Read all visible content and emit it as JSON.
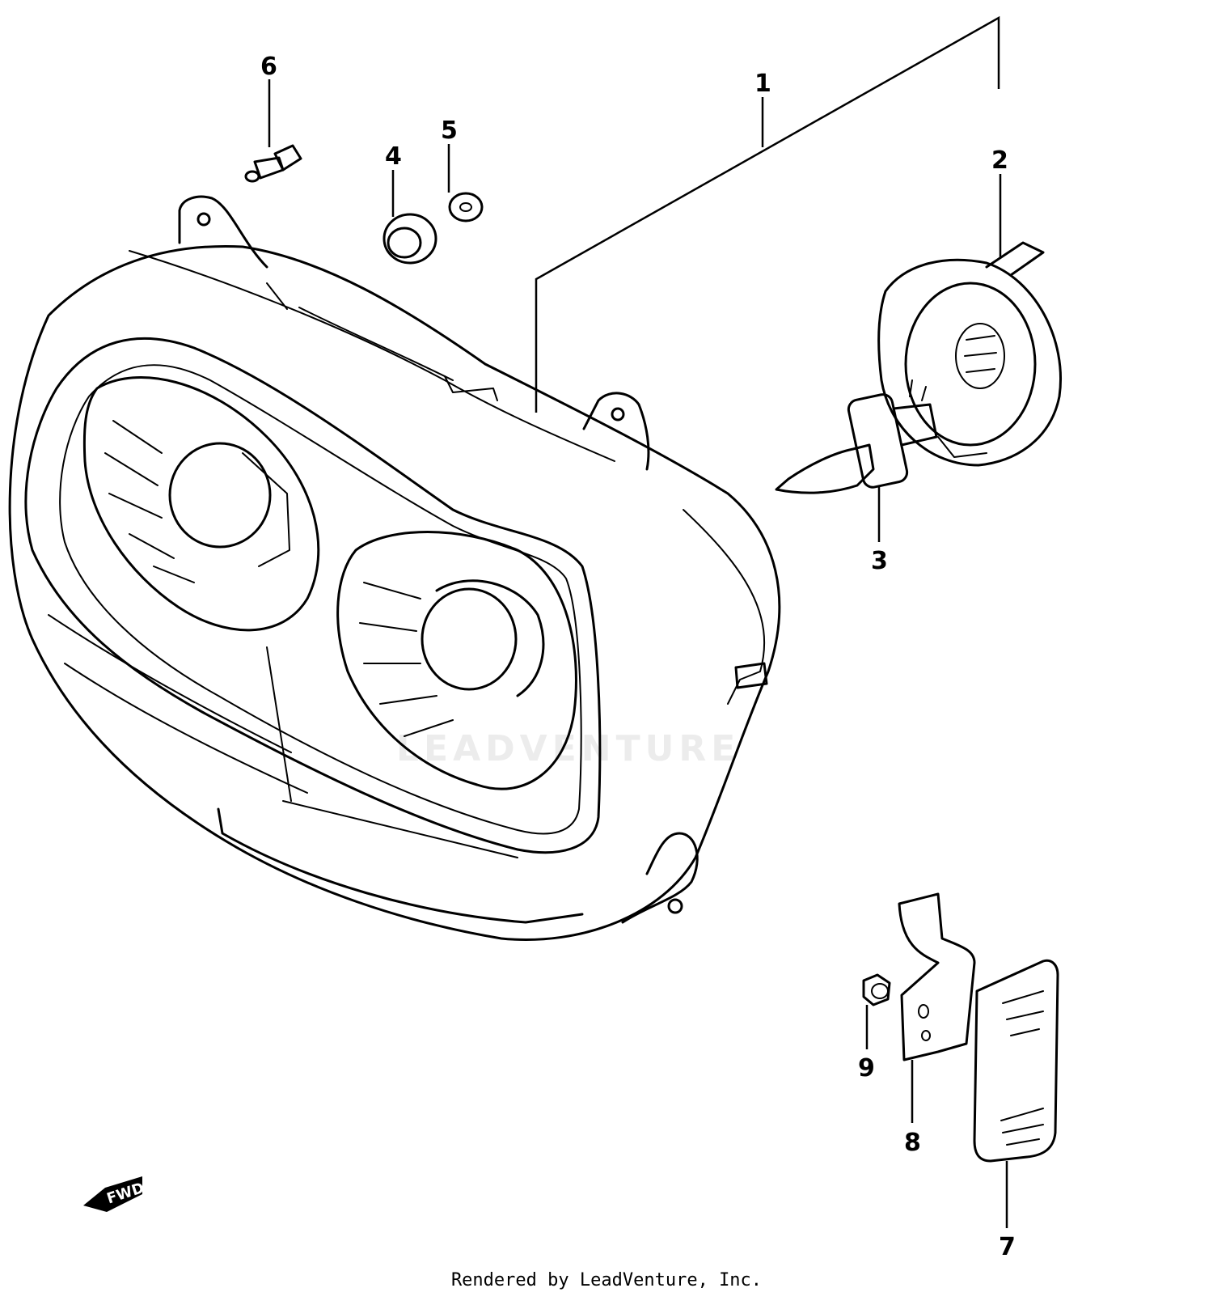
{
  "callouts": {
    "c1": "1",
    "c2": "2",
    "c3": "3",
    "c4": "4",
    "c5": "5",
    "c6": "6",
    "c7": "7",
    "c8": "8",
    "c9": "9"
  },
  "fwd_label": "FWD",
  "watermark": "LEADVENTURE",
  "footer": "Rendered by LeadVenture, Inc."
}
